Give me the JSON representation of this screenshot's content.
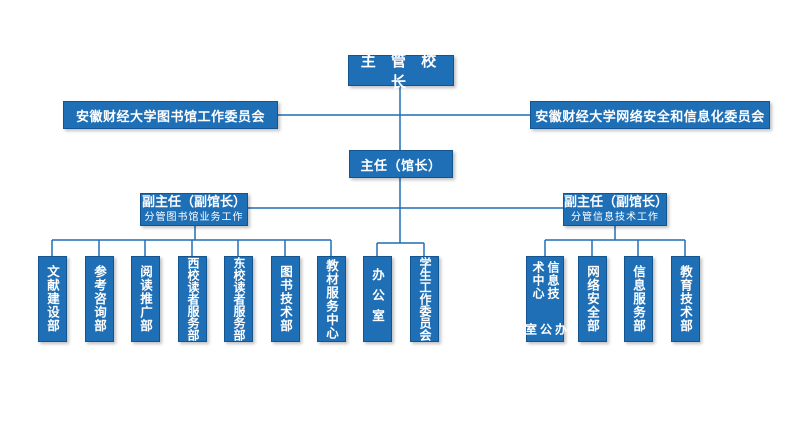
{
  "president": "主 管 校 长",
  "library_committee": "安徽财经大学图书馆工作委员会",
  "network_committee": "安徽财经大学网络安全和信息化委员会",
  "director": "主任（馆长）",
  "deputy_left": {
    "title": "副主任（副馆长）",
    "subtitle": "分管图书馆业务工作"
  },
  "deputy_right": {
    "title": "副主任（副馆长）",
    "subtitle": "分管信息技术工作"
  },
  "depts_left": [
    "文献建设部",
    "参考咨询部",
    "阅读推广部",
    "西校读者服务部",
    "东校读者服务部",
    "图书技术部",
    "教材服务中心"
  ],
  "depts_center": [
    "办公室",
    "学生工作委员会"
  ],
  "info_center": {
    "col1": "信息技术中心",
    "col2": "办公室"
  },
  "depts_right": [
    "网络安全部",
    "信息服务部",
    "教育技术部"
  ],
  "colors": {
    "box": "#1f6fb6",
    "line": "#1f6fb6"
  }
}
